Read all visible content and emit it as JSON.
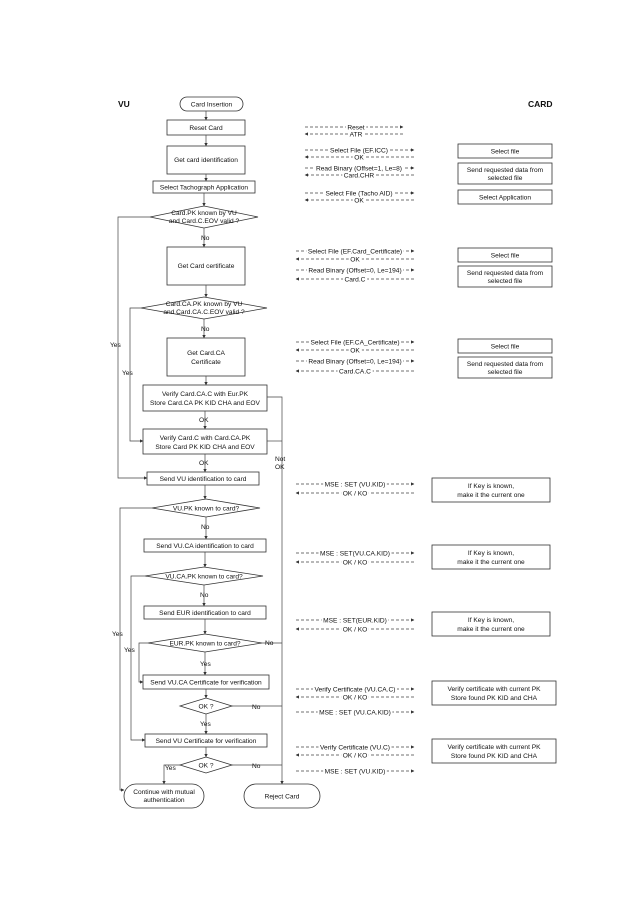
{
  "headers": {
    "vu": "VU",
    "card": "CARD"
  },
  "steps": {
    "card_insertion": "Card Insertion",
    "reset_card": "Reset Card",
    "get_card_identification": "Get card identification",
    "select_tachograph_application": "Select Tachograph Application",
    "card_pk_known": [
      "Card.PK known by VU",
      "and Card.C.EOV valid ?"
    ],
    "get_card_certificate": "Get Card certificate",
    "card_ca_pk_known": [
      "Card.CA.PK known by VU",
      "and Card.CA.C.EOV valid ?"
    ],
    "get_card_ca_certificate": [
      "Get Card.CA",
      "Certificate"
    ],
    "verify_card_ca_c": [
      "Verify Card.CA.C with Eur.PK",
      "Store Card.CA PK KID CHA and EOV"
    ],
    "verify_card_c": [
      "Verify Card.C with Card.CA.PK",
      "Store Card PK KID CHA and EOV"
    ],
    "send_vu_identification": "Send VU identification to card",
    "vu_pk_known": "VU.PK known to card?",
    "send_vu_ca_identification": "Send VU.CA identification to card",
    "vu_ca_pk_known": "VU.CA.PK known to card?",
    "send_eur_identification": "Send EUR identification to card",
    "eur_pk_known": "EUR.PK known to card?",
    "send_vu_ca_certificate": "Send VU.CA Certificate for verification",
    "ok_check_1": "OK ?",
    "send_vu_certificate": "Send VU Certificate for verification",
    "ok_check_2": "OK ?",
    "continue_mutual_auth": [
      "Continue with mutual",
      "authentication"
    ],
    "reject_card": "Reject Card"
  },
  "branch_labels": {
    "no_1": "No",
    "no_2": "No",
    "ok_1": "OK",
    "ok_2": "OK",
    "not_ok": [
      "Not",
      "OK"
    ],
    "yes_outer": "Yes",
    "yes_inner": "Yes",
    "no_vu_pk": "No",
    "yes_vu_pk": "Yes",
    "no_vu_ca_pk": "No",
    "yes_vu_ca_pk": "Yes",
    "no_eur_pk": "No",
    "yes_eur_pk": "Yes",
    "no_ok1": "No",
    "yes_ok1": "Yes",
    "no_ok2": "No",
    "yes_ok2": "Yes"
  },
  "messages": {
    "reset": "Reset",
    "atr": "ATR",
    "select_file_icc": "Select File (EF.ICC)",
    "ok_a": "OK",
    "read_binary_chr": "Read Binary (Offset=1, Le=8)",
    "card_chr": "Card.CHR",
    "select_file_tacho": "Select File (Tacho AID)",
    "ok_b": "OK",
    "select_file_card_cert": "Select File (EF.Card_Certificate)",
    "ok_c": "OK",
    "read_binary_194_a": "Read Binary (Offset=0, Le=194)",
    "card_c": "Card.C",
    "select_file_ca_cert": "Select File (EF.CA_Certificate)",
    "ok_d": "OK",
    "read_binary_194_b": "Read Binary (Offset=0, Le=194)",
    "card_ca_c": "Card.CA.C",
    "mse_vu_kid": "MSE : SET (VU.KID)",
    "ok_ko_1": "OK / KO",
    "mse_vu_ca_kid": "MSE : SET(VU.CA.KID)",
    "ok_ko_2": "OK / KO",
    "mse_eur_kid": "MSE : SET(EUR.KID)",
    "ok_ko_3": "OK / KO",
    "verify_cert_vu_ca_c": "Verify Certificate (VU.CA.C)",
    "ok_ko_4": "OK / KO",
    "mse_vu_ca_kid_2": "MSE : SET (VU.CA.KID)",
    "verify_cert_vu_c": "Verify Certificate (VU.C)",
    "ok_ko_5": "OK / KO",
    "mse_vu_kid_2": "MSE : SET (VU.KID)"
  },
  "card_actions": {
    "select_file_1": "Select file",
    "send_data_1": [
      "Send requested data from",
      "selected file"
    ],
    "select_application": "Select Application",
    "select_file_2": "Select file",
    "send_data_2": [
      "Send requested data from",
      "selected file"
    ],
    "select_file_3": "Select file",
    "send_data_3": [
      "Send requested data from",
      "selected file"
    ],
    "key_known_1": [
      "If Key is known,",
      "make it the current one"
    ],
    "key_known_2": [
      "If Key is known,",
      "make it the current one"
    ],
    "key_known_3": [
      "If Key is known,",
      "make it the current one"
    ],
    "verify_cert_1": [
      "Verify certificate with current PK",
      "Store found PK KID and CHA"
    ],
    "verify_cert_2": [
      "Verify certificate with current PK",
      "Store found PK KID and CHA"
    ]
  }
}
